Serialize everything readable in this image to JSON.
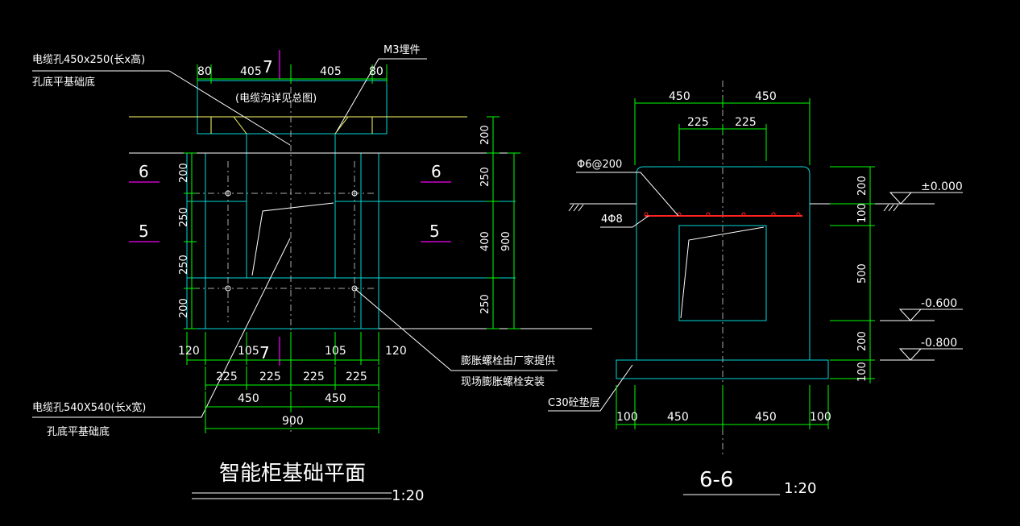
{
  "colors": {
    "background": "#000000",
    "outline": "#00d7d7",
    "dimension": "#00ff00",
    "text": "#ffffff",
    "section_marker": "#cc00cc",
    "yellow": "#ffff66",
    "rebar": "#ff2222",
    "centerline": "#aaaaaa"
  },
  "plan": {
    "title": "智能柜基础平面",
    "scale": "1:20",
    "annotations": {
      "cable_hole_top": "电缆孔450x250(长x高)",
      "cable_hole_top_sub": "孔底平基础底",
      "m3_embed": "M3埋件",
      "trench_note": "(电缆沟详见总图)",
      "bolt_note": "膨胀螺栓由厂家提供",
      "bolt_note_sub": "现场膨胀螺栓安装",
      "cable_hole_bottom": "电缆孔540X540(长x宽)",
      "cable_hole_bottom_sub": "孔底平基础底"
    },
    "section_marks": {
      "top_7": "7",
      "bottom_7": "7",
      "left_6": "6",
      "right_6": "6",
      "left_5": "5",
      "right_5": "5"
    },
    "dims": {
      "top": [
        "80",
        "405",
        "405",
        "80"
      ],
      "bottom_a": [
        "120",
        "105",
        "105",
        "120"
      ],
      "bottom_b": [
        "225",
        "225",
        "225",
        "225"
      ],
      "bottom_c": [
        "450",
        "450"
      ],
      "bottom_total": "900",
      "left": [
        "200",
        "250",
        "250",
        "200"
      ],
      "right_a": [
        "200",
        "250",
        "400",
        "250"
      ],
      "right_total": "900"
    }
  },
  "section": {
    "title": "6-6",
    "scale": "1:20",
    "annotations": {
      "stirrup": "Φ6@200",
      "main_bar": "4Φ8",
      "cushion": "C30砼垫层"
    },
    "elevations": [
      "±0.000",
      "-0.600",
      "-0.800"
    ],
    "dims": {
      "top_a": [
        "450",
        "450"
      ],
      "top_b": [
        "225",
        "225"
      ],
      "bottom": [
        "100",
        "450",
        "450",
        "100"
      ],
      "right": [
        "200",
        "100",
        "500",
        "200",
        "100"
      ]
    }
  }
}
